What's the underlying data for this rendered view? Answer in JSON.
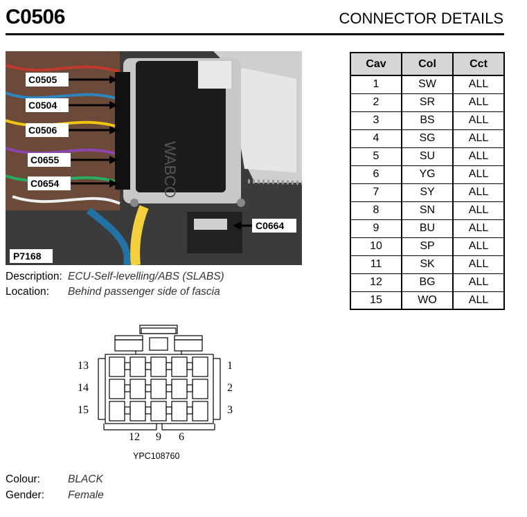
{
  "header": {
    "connector_code": "C0506",
    "section_title": "CONNECTOR DETAILS"
  },
  "photo": {
    "ref": "P7168",
    "callouts": [
      "C0505",
      "C0504",
      "C0506",
      "C0655",
      "C0654",
      "C0664"
    ]
  },
  "info": {
    "description_label": "Description:",
    "description_value": "ECU-Self-levelling/ABS (SLABS)",
    "location_label": "Location:",
    "location_value": "Behind passenger side of fascia",
    "colour_label": "Colour:",
    "colour_value": "BLACK",
    "gender_label": "Gender:",
    "gender_value": "Female"
  },
  "table": {
    "headers": [
      "Cav",
      "Col",
      "Cct"
    ],
    "rows": [
      [
        "1",
        "SW",
        "ALL"
      ],
      [
        "2",
        "SR",
        "ALL"
      ],
      [
        "3",
        "BS",
        "ALL"
      ],
      [
        "4",
        "SG",
        "ALL"
      ],
      [
        "5",
        "SU",
        "ALL"
      ],
      [
        "6",
        "YG",
        "ALL"
      ],
      [
        "7",
        "SY",
        "ALL"
      ],
      [
        "8",
        "SN",
        "ALL"
      ],
      [
        "9",
        "BU",
        "ALL"
      ],
      [
        "10",
        "SP",
        "ALL"
      ],
      [
        "11",
        "SK",
        "ALL"
      ],
      [
        "12",
        "BG",
        "ALL"
      ],
      [
        "15",
        "WO",
        "ALL"
      ]
    ]
  },
  "connector_diagram": {
    "pin_labels": {
      "p13": "13",
      "p1": "1",
      "p14": "14",
      "p2": "2",
      "p15": "15",
      "p3": "3",
      "p12": "12",
      "p9": "9",
      "p6": "6"
    },
    "part_number": "YPC108760"
  }
}
